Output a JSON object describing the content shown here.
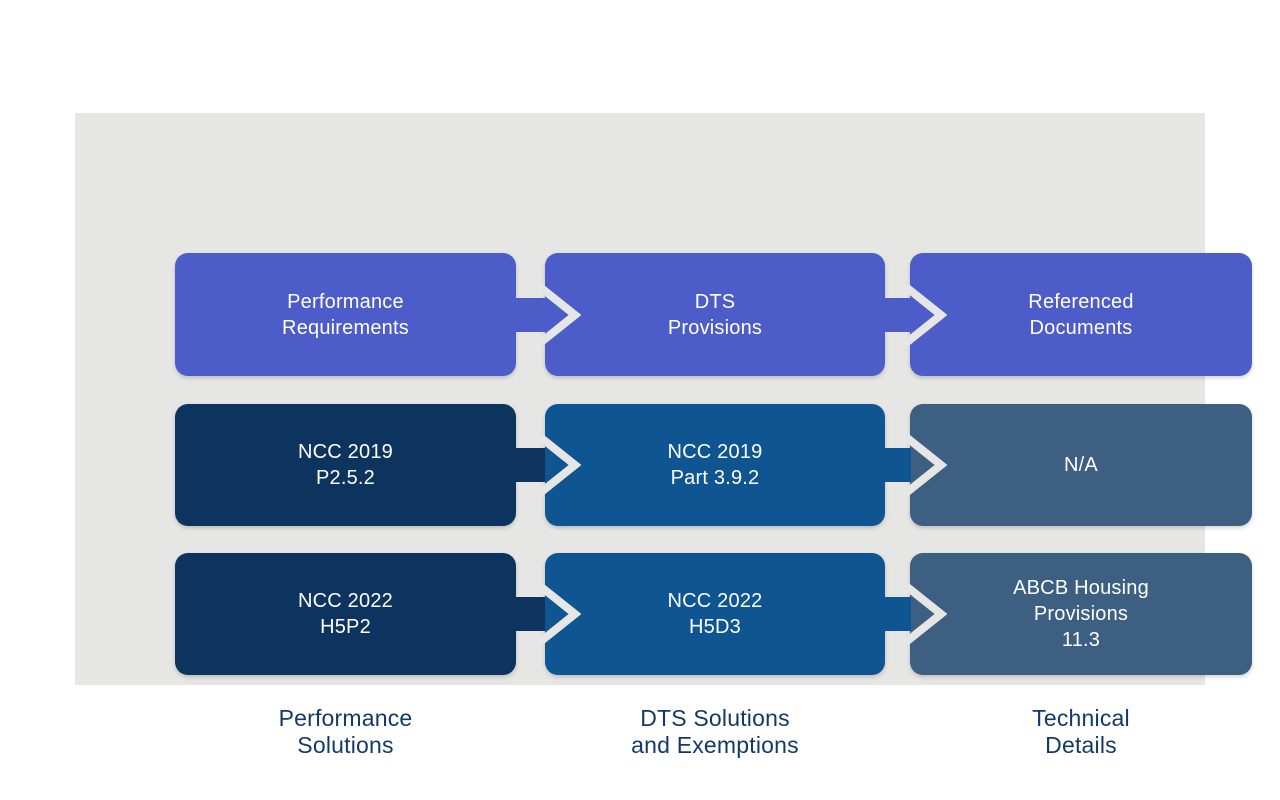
{
  "colors": {
    "page_bg": "#ffffff",
    "panel_bg": "#e6e6e5",
    "header_blue": "#4c5cc8",
    "navy_blue": "#0d345f",
    "mid_blue": "#0e5591",
    "steel_blue": "#3c5f82",
    "box_text": "#ffffff",
    "label_text": "#133a67"
  },
  "icons": {
    "connector": "arrow-right-chevron-icon"
  },
  "diagram": {
    "rows": [
      {
        "name": "header-row",
        "boxes": [
          {
            "lines": [
              "Performance",
              "Requirements"
            ]
          },
          {
            "lines": [
              "DTS",
              "Provisions"
            ]
          },
          {
            "lines": [
              "Referenced",
              "Documents"
            ]
          }
        ]
      },
      {
        "name": "ncc-2019-row",
        "boxes": [
          {
            "lines": [
              "NCC 2019",
              "P2.5.2"
            ]
          },
          {
            "lines": [
              "NCC 2019",
              "Part 3.9.2"
            ]
          },
          {
            "lines": [
              "N/A"
            ]
          }
        ]
      },
      {
        "name": "ncc-2022-row",
        "boxes": [
          {
            "lines": [
              "NCC 2022",
              "H5P2"
            ]
          },
          {
            "lines": [
              "NCC 2022",
              "H5D3"
            ]
          },
          {
            "lines": [
              "ABCB Housing",
              "Provisions",
              "11.3"
            ]
          }
        ]
      }
    ],
    "column_labels": [
      {
        "lines": [
          "Performance",
          "Solutions"
        ]
      },
      {
        "lines": [
          "DTS Solutions",
          "and Exemptions"
        ]
      },
      {
        "lines": [
          "Technical",
          "Details"
        ]
      }
    ]
  }
}
